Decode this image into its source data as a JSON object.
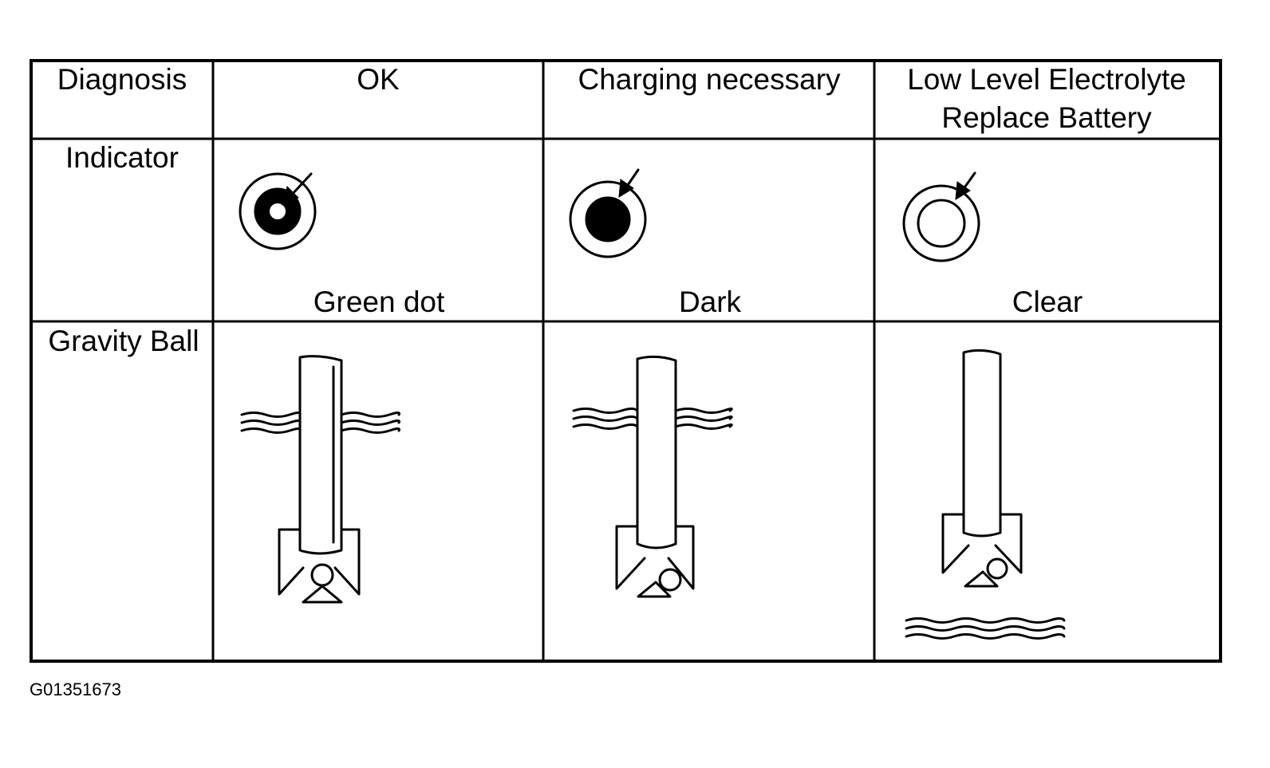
{
  "table": {
    "row_headers": {
      "diagnosis": "Diagnosis",
      "indicator": "Indicator",
      "gravity_ball": "Gravity Ball"
    },
    "columns": [
      {
        "diagnosis": "OK",
        "indicator": "Green dot",
        "icon": "green-dot-indicator"
      },
      {
        "diagnosis": "Charging necessary",
        "indicator": "Dark",
        "icon": "dark-indicator"
      },
      {
        "diagnosis_line1": "Low Level Electrolyte",
        "diagnosis_line2": "Replace Battery",
        "indicator": "Clear",
        "icon": "clear-indicator"
      }
    ]
  },
  "figure_id": "G01351673"
}
